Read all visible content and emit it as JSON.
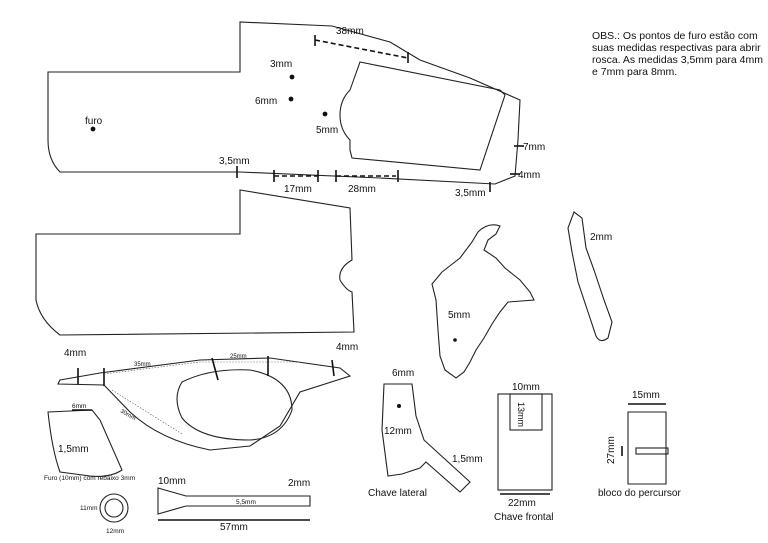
{
  "note": "OBS.: Os pontos de furo estão com suas medidas respectivas para abrir rosca. As medidas 3,5mm para 4mm e 7mm para 8mm.",
  "frame_top": {
    "top_dim": "38mm",
    "hole_a": "3mm",
    "hole_b": "6mm",
    "hole_c": "5mm",
    "hole_left": "furo",
    "right_dim": "7mm",
    "right_dim2": "4mm",
    "bottom_left": "3,5mm",
    "bottom_mid1": "17mm",
    "bottom_mid2": "28mm",
    "bottom_right": "3,5mm"
  },
  "trigger_part": {
    "hole": "5mm"
  },
  "spring_part": {
    "dim": "2mm"
  },
  "guard": {
    "left_end": "4mm",
    "right_end": "4mm",
    "span1": "35mm",
    "span2": "25mm",
    "diag": "30mm"
  },
  "small_plate": {
    "top": "6mm",
    "hole": "1,5mm"
  },
  "side_key": {
    "hole": "6mm",
    "width": "12mm",
    "slot": "1,5mm",
    "caption": "Chave lateral"
  },
  "front_key": {
    "top": "10mm",
    "inner": "13mm",
    "bottom": "22mm",
    "caption": "Chave frontal"
  },
  "striker_block": {
    "top": "15mm",
    "height": "27mm",
    "caption": "bloco do percursor"
  },
  "washer": {
    "caption": "Furo (10mm) com rebaixo 3mm",
    "height": "11mm",
    "width": "12mm"
  },
  "pin": {
    "head": "10mm",
    "tip": "2mm",
    "inner": "5,5mm",
    "length": "57mm"
  }
}
